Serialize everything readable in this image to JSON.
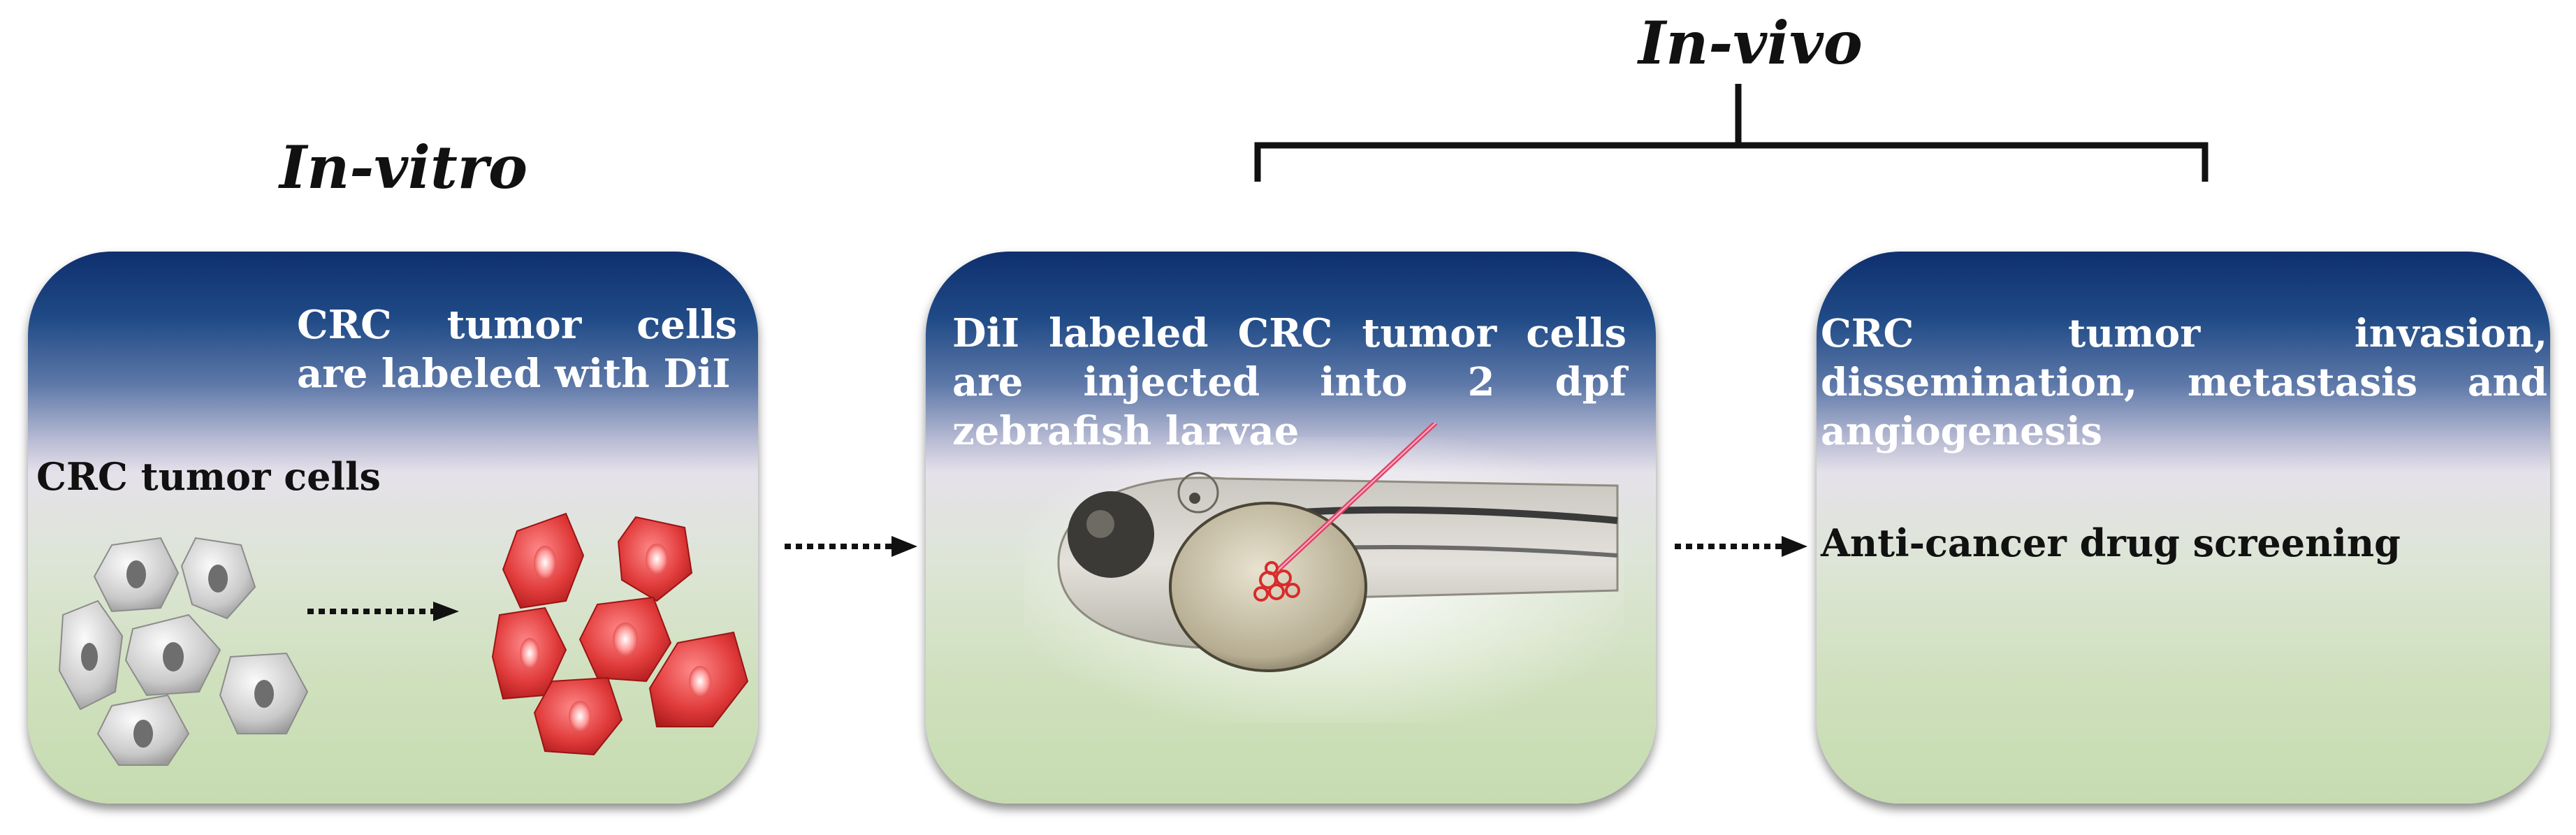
{
  "titles": {
    "in_vitro": "In-vitro",
    "in_vivo": "In-vivo"
  },
  "panels": [
    {
      "text": "CRC tumor cells are labeled with DiI",
      "label": "CRC tumor cells"
    },
    {
      "text": "DiI labeled CRC tumor cells are injected into 2 dpf zebrafish larvae"
    },
    {
      "text": "CRC tumor invasion, dissemination, metastasis and angiogenesis",
      "label": "Anti-cancer drug screening"
    }
  ],
  "colors": {
    "panel_top": "#0f2f6e",
    "panel_bottom": "#c6dcb0",
    "dii_red": "#d93a3a"
  }
}
